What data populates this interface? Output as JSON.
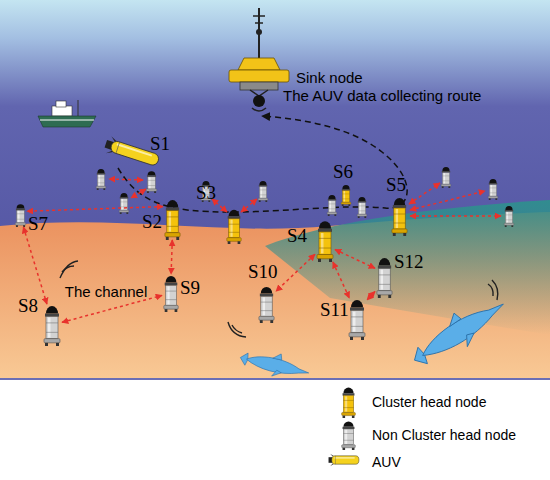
{
  "diagram": {
    "nodes": [
      {
        "text": [
          "Sink node"
        ]
      },
      {
        "text": [
          "S1"
        ]
      },
      {
        "text": [
          "S6"
        ]
      },
      {
        "text": [
          "S3"
        ]
      },
      {
        "text": [
          "S5"
        ]
      },
      {
        "text": [
          "S2"
        ]
      },
      {
        "text": [
          "S7"
        ]
      },
      {
        "text": [
          "S4"
        ]
      },
      {
        "text": [
          "S12"
        ]
      },
      {
        "text": [
          "S10"
        ]
      },
      {
        "text": [
          "S9"
        ]
      },
      {
        "text": [
          "S8"
        ]
      },
      {
        "text": [
          "S11"
        ]
      }
    ],
    "edges": [
      {
        "from": 6,
        "to": 11,
        "arrow": "both"
      },
      {
        "from": 11,
        "to": 10,
        "label": "The channel",
        "arrow": "both"
      },
      {
        "from": 5,
        "to": 10,
        "arrow": "both"
      },
      {
        "from": 5,
        "to": 6,
        "arrow": "both"
      },
      {
        "from": 7,
        "to": 9,
        "arrow": "both"
      },
      {
        "from": 7,
        "to": 12,
        "arrow": "both"
      },
      {
        "from": 7,
        "to": 8,
        "arrow": "both"
      },
      {
        "from": 8,
        "to": 12,
        "arrow": "both"
      }
    ],
    "labels": [
      "The AUV data collecting route"
    ],
    "legend": [
      {
        "text": "Cluster head node"
      },
      {
        "text": "Non Cluster head node"
      },
      {
        "text": "AUV"
      }
    ]
  }
}
